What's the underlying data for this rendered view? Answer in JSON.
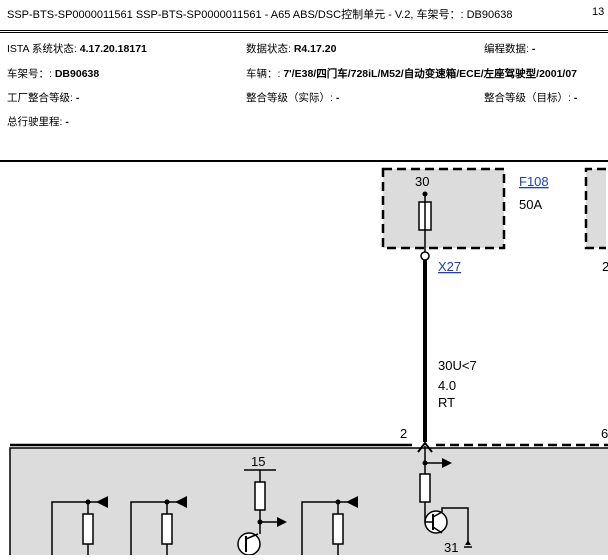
{
  "header": {
    "title": "SSP-BTS-SP0000011561 SSP-BTS-SP0000011561 - A65 ABS/DSC控制单元 - V.2, 车架号：: DB90638",
    "page_number": "13"
  },
  "info": {
    "ista_label": "ISTA 系统状态: ",
    "ista_value": "4.17.20.18171",
    "data_status_label": "数据状态: ",
    "data_status_value": "R4.17.20",
    "programming_label": "编程数据: ",
    "programming_value": "-",
    "vin_label": "车架号：: ",
    "vin_value": "DB90638",
    "vehicle_label": "车辆：: ",
    "vehicle_value": "7'/E38/四门车/728iL/M52/自动变速箱/ECE/左座驾驶型/2001/07",
    "factory_level_label": "工厂整合等级: ",
    "factory_level_value": "-",
    "actual_level_label": "整合等级（实际）: ",
    "actual_level_value": "-",
    "target_level_label": "整合等级（目标）: ",
    "target_level_value": "-",
    "mileage_label": "总行驶里程: ",
    "mileage_value": "-"
  },
  "diagram": {
    "fuse_pin": "30",
    "fuse_link": "F108",
    "fuse_rating": "50A",
    "connector_link": "X27",
    "wire_label": "30U<7",
    "wire_size": "4.0",
    "wire_color": "RT",
    "pin_left": "2",
    "pin_right_partial": "6",
    "pin_right_top_partial": "2",
    "terminal_15": "15",
    "terminal_31": "31",
    "link_color": "#1a3fc7",
    "panel_fill": "#dcdcdc"
  }
}
